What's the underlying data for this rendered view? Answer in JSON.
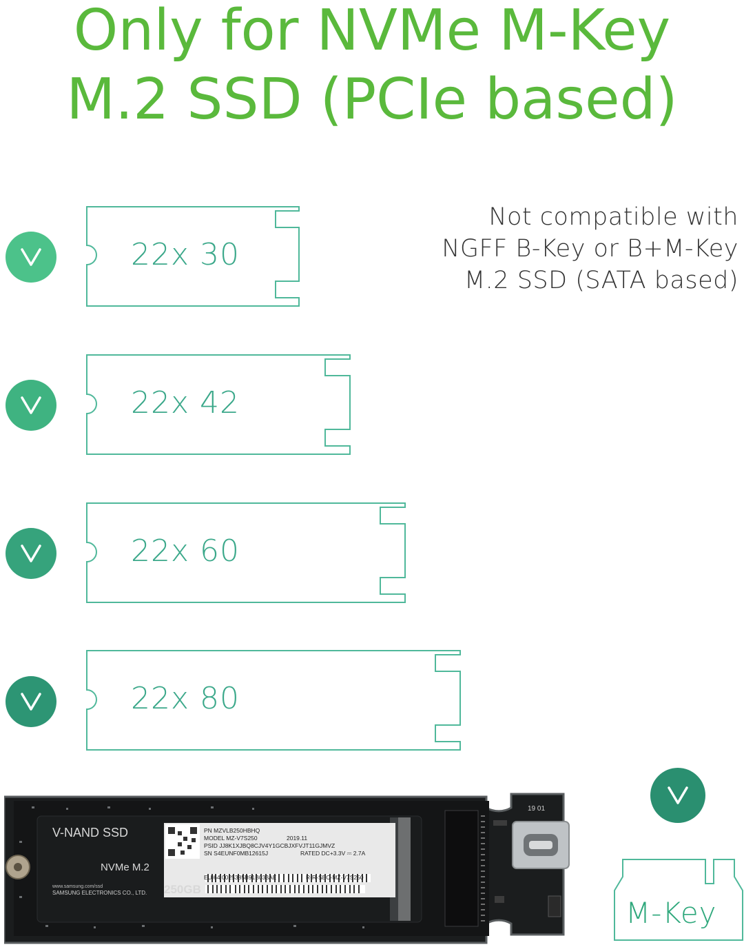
{
  "title": {
    "line1": "Only for NVMe M-Key",
    "line2": "M.2 SSD (PCIe based)"
  },
  "note": {
    "line1": "Not compatible with",
    "line2": "NGFF B-Key or B+M-Key",
    "line3": "M.2 SSD (SATA based)"
  },
  "sizes": [
    {
      "label": "22x 30"
    },
    {
      "label": "22x 42"
    },
    {
      "label": "22x 60"
    },
    {
      "label": "22x 80"
    }
  ],
  "ssd": {
    "brand": "V-NAND SSD",
    "type": "NVMe M.2",
    "url": "www.samsung.com/ssd",
    "maker": "SAMSUNG ELECTRONICS CO., LTD.",
    "capacity": "250GB",
    "pn": "PN  MZVLB250HBHQ",
    "model": "MODEL  MZ-V7S250",
    "date": "2019.11",
    "psid": "PSID  JJ8K1XJBQ8CJV4Y1GCBJXFVJT11GJMVZ",
    "sn": "SN  S4EUNF0MB12615J",
    "rated": "RATED  DC+3.3V ⎓ 2.7A",
    "eui": "EUI64  0025385B91B033AE",
    "cert": "R-R-SEC-MZ-V7S250",
    "board_mark": "19 01"
  },
  "mkey": {
    "label": "M-Key"
  },
  "colors": {
    "title": "#5ab93c",
    "outline": "#4fb89a",
    "check1": "#4cc28a",
    "check2": "#3fb381",
    "check3": "#36a37c",
    "check4": "#2d9574",
    "check5": "#2a8f70"
  },
  "icons": {
    "check": "check-icon",
    "screw": "screw-icon",
    "usb": "usb-c-port-icon"
  }
}
